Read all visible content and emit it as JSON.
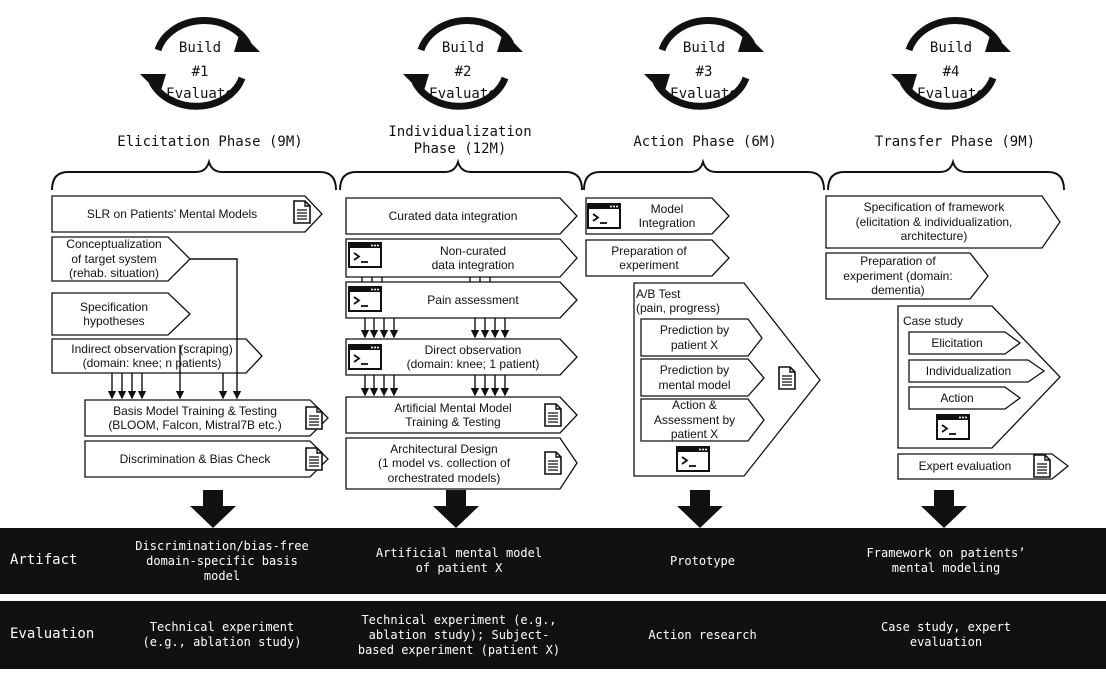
{
  "phases": [
    {
      "cycle": {
        "top": "Build",
        "num": "#1",
        "bottom": "Evaluate"
      },
      "title": "Elicitation Phase (9M)",
      "items": {
        "slr": "SLR on Patients’ Mental Models",
        "concept": "Conceptualization\nof target system\n(rehab. situation)",
        "spec": "Specification\nhypotheses",
        "indirect": "Indirect observation (scraping)\n(domain: knee; n patients)",
        "basis": "Basis Model Training & Testing\n(BLOOM, Falcon, Mistral7B etc.)",
        "disc": "Discrimination & Bias Check"
      }
    },
    {
      "cycle": {
        "top": "Build",
        "num": "#2",
        "bottom": "Evaluate"
      },
      "title": "Individualization\nPhase (12M)",
      "items": {
        "curated": "Curated data integration",
        "noncurated": "Non-curated\ndata integration",
        "pain": "Pain assessment",
        "direct": "Direct observation\n(domain: knee; 1 patient)",
        "amm": "Artificial Mental Model\nTraining & Testing",
        "arch": "Architectural Design\n(1 model  vs. collection of\norchestrated models)"
      }
    },
    {
      "cycle": {
        "top": "Build",
        "num": "#3",
        "bottom": "Evaluate"
      },
      "title": "Action Phase (6M)",
      "items": {
        "model": "Model\nIntegration",
        "prep": "Preparation of\nexperiment",
        "ab": "A/B Test\n(pain, progress)",
        "predx": "Prediction by\npatient X",
        "predm": "Prediction by\nmental model",
        "action": "Action &\nAssessment by\npatient X"
      }
    },
    {
      "cycle": {
        "top": "Build",
        "num": "#4",
        "bottom": "Evaluate"
      },
      "title": "Transfer Phase (9M)",
      "items": {
        "specf": "Specification of framework\n(elicitation & individualization,\narchitecture)",
        "prep": "Preparation of\nexperiment (domain:\ndementia)",
        "case": "Case study",
        "elic": "Elicitation",
        "indiv": "Individualization",
        "act": "Action",
        "expert": "Expert evaluation"
      }
    }
  ],
  "artifact_row": {
    "label": "Artifact",
    "cells": [
      "Discrimination/bias-free\ndomain-specific basis\nmodel",
      "Artificial mental model\nof patient X",
      "Prototype",
      "Framework on patients’\nmental modeling"
    ]
  },
  "evaluation_row": {
    "label": "Evaluation",
    "cells": [
      "Technical experiment\n(e.g., ablation study)",
      "Technical experiment (e.g.,\nablation study); Subject-\nbased experiment (patient X)",
      "Action research",
      "Case study, expert\nevaluation"
    ]
  },
  "icons": [
    "document-icon",
    "terminal-icon",
    "cycle-arrow-icon",
    "down-arrow-icon",
    "brace-icon"
  ],
  "colors": {
    "band": "#111111",
    "text": "#111111",
    "background": "#ffffff"
  }
}
